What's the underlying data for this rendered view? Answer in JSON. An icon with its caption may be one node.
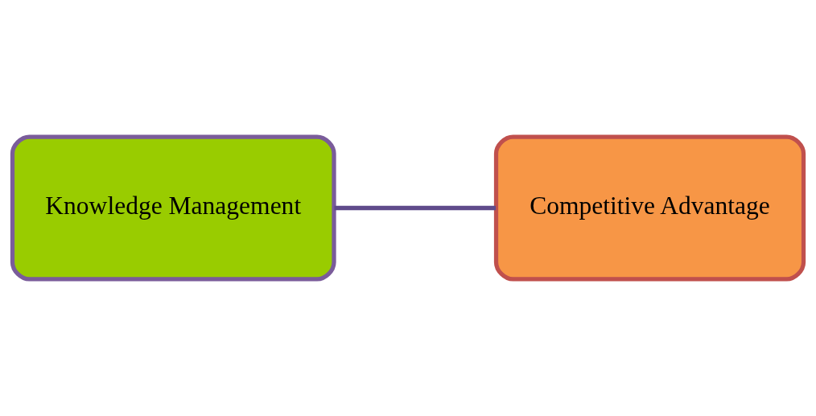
{
  "diagram": {
    "nodes": [
      {
        "text": [
          "Knowledge Management"
        ]
      },
      {
        "text": [
          "Competitive Advantage"
        ]
      }
    ],
    "edges": [
      {
        "from": 0,
        "to": 1,
        "arrow": "none"
      }
    ]
  }
}
